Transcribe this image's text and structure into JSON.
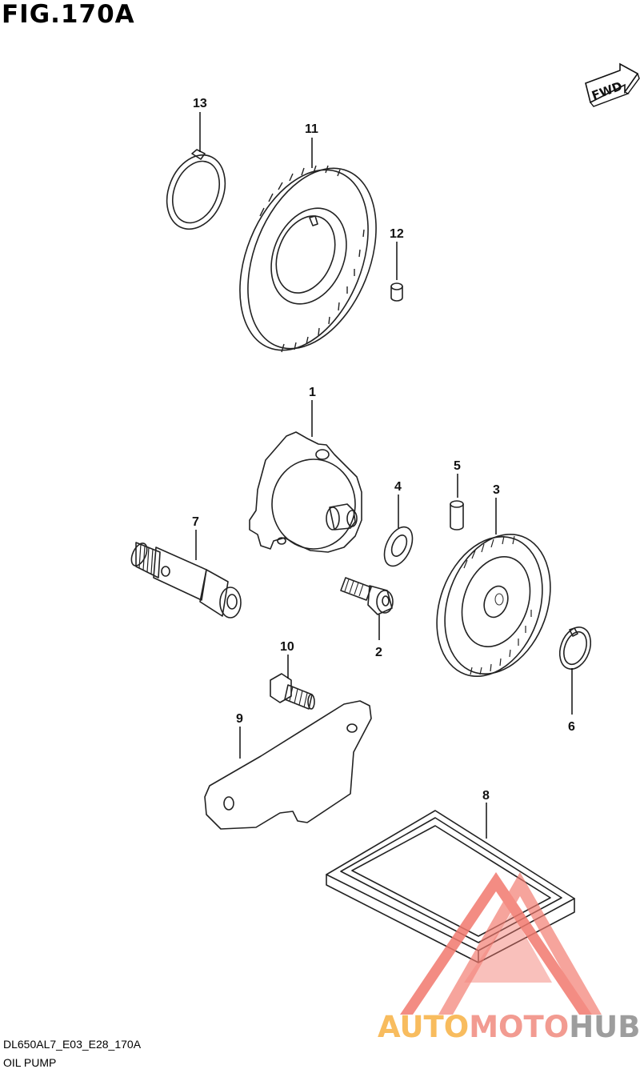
{
  "figure": {
    "title": "FIG.170A",
    "code": "DL650AL7_E03_E28_170A",
    "name": "OIL PUMP",
    "direction_label": "FWD"
  },
  "callouts": [
    "1",
    "2",
    "3",
    "4",
    "5",
    "6",
    "7",
    "8",
    "9",
    "10",
    "11",
    "12",
    "13"
  ],
  "watermark": {
    "part1": "AUTO",
    "part2": "MOTO",
    "part3": "HUB",
    "colors": {
      "auto": "#f7b142",
      "moto": "#f08a7e",
      "hub": "#8c8c8c",
      "triangle": "#f2796e"
    }
  }
}
